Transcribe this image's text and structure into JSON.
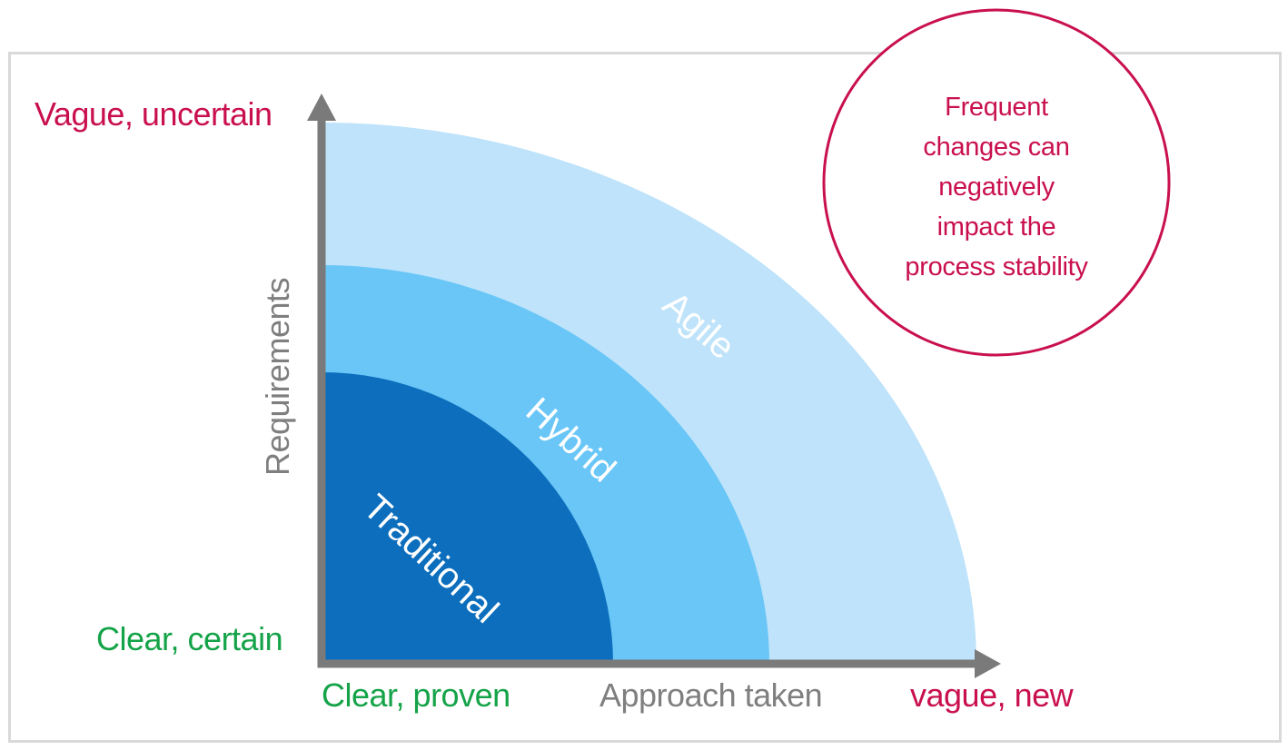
{
  "diagram": {
    "y_axis": {
      "title": "Requirements",
      "top_label": "Vague, uncertain",
      "bottom_label": "Clear, certain"
    },
    "x_axis": {
      "title": "Approach taken",
      "left_label": "Clear, proven",
      "right_label": "vague, new"
    },
    "rings": [
      {
        "label": "Agile"
      },
      {
        "label": "Hybrid"
      },
      {
        "label": "Traditional"
      }
    ],
    "annotation": {
      "lines": [
        "Frequent",
        "changes can",
        "negatively",
        "impact the",
        "process stability"
      ]
    },
    "colors": {
      "crimson": "#C9104E",
      "green": "#14A348",
      "label_gray": "#7F7F7F",
      "axis_gray": "#7A7A7A",
      "frame_border": "#D9D9D9",
      "agile_blue": "#BEE3FA",
      "hybrid_blue": "#69C6F7",
      "traditional_blue": "#0C6EBC",
      "ring_text": "#FFFFFF",
      "annotation_fill": "#FFFFFF"
    }
  }
}
